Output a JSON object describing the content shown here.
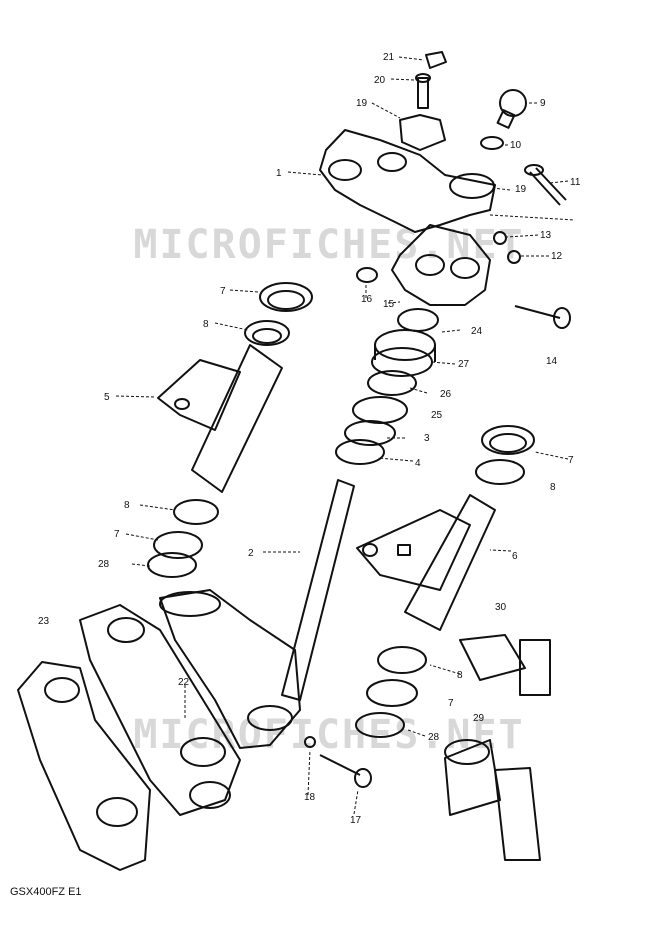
{
  "watermark": "MICROFICHES.NET",
  "diagram_code": "GSX400FZ E1",
  "part_labels": [
    "1",
    "2",
    "3",
    "4",
    "5",
    "6",
    "7",
    "7",
    "7",
    "7",
    "8",
    "8",
    "8",
    "8",
    "9",
    "10",
    "11",
    "12",
    "13",
    "14",
    "15",
    "16",
    "17",
    "18",
    "19",
    "19",
    "20",
    "21",
    "22",
    "23",
    "24",
    "25",
    "26",
    "27",
    "28",
    "28",
    "29",
    "30"
  ]
}
